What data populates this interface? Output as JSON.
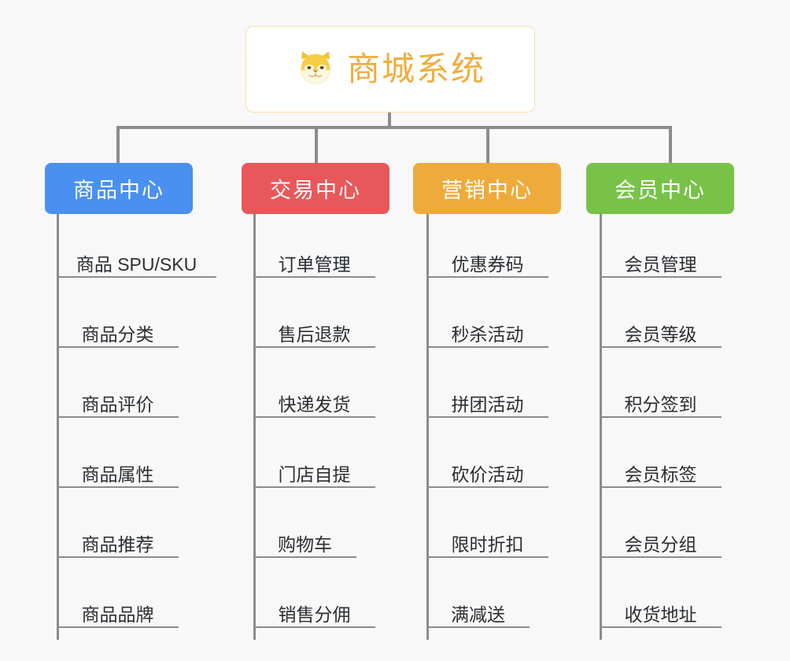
{
  "background_color": "#f8f8f8",
  "root": {
    "title": "商城系统",
    "icon": "shiba-dog-face-icon",
    "text_color": "#f0ad3e",
    "border_color": "#f3c14f",
    "fill_color": "#ffffff"
  },
  "connector_color": "#8c8c8c",
  "columns": [
    {
      "header": "商品中心",
      "color": "#4a90f0",
      "items": [
        "商品 SPU/SKU",
        "商品分类",
        "商品评价",
        "商品属性",
        "商品推荐",
        "商品品牌"
      ]
    },
    {
      "header": "交易中心",
      "color": "#e8585a",
      "items": [
        "订单管理",
        "售后退款",
        "快递发货",
        "门店自提",
        "购物车",
        "销售分佣"
      ]
    },
    {
      "header": "营销中心",
      "color": "#eeab3c",
      "items": [
        "优惠券码",
        "秒杀活动",
        "拼团活动",
        "砍价活动",
        "限时折扣",
        "满减送"
      ]
    },
    {
      "header": "会员中心",
      "color": "#79c24a",
      "items": [
        "会员管理",
        "会员等级",
        "积分签到",
        "会员标签",
        "会员分组",
        "收货地址"
      ]
    }
  ]
}
